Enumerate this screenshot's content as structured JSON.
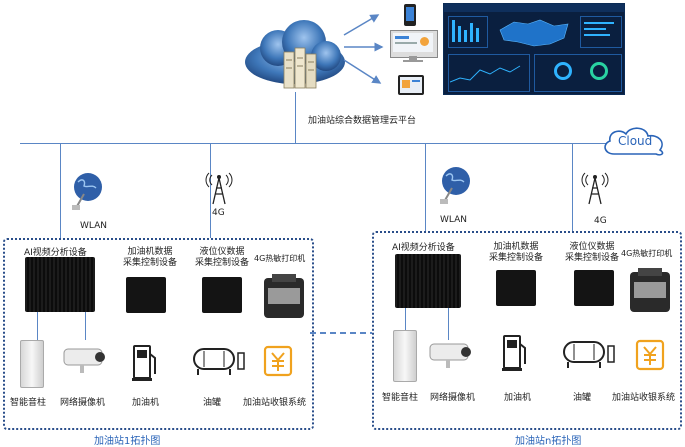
{
  "platform": {
    "label": "加油站综合数据管理云平台"
  },
  "cloud": {
    "label": "Cloud"
  },
  "station1": {
    "title": "加油站1拓扑图",
    "wlan": "WLAN",
    "fourg": "4G",
    "ai_device": "AI视频分析设备",
    "dispenser_ctrl": "加油机数据\n采集控制设备",
    "level_ctrl": "液位仪数据\n采集控制设备",
    "printer": "4G热敏打印机",
    "speaker": "智能音柱",
    "camera": "网络摄像机",
    "dispenser": "加油机",
    "tank": "油罐",
    "pos": "加油站收银系统"
  },
  "stationN": {
    "title": "加油站n拓扑图",
    "wlan": "WLAN",
    "fourg": "4G",
    "ai_device": "AI视频分析设备",
    "dispenser_ctrl": "加油机数据\n采集控制设备",
    "level_ctrl": "液位仪数据\n采集控制设备",
    "printer": "4G热敏打印机",
    "speaker": "智能音柱",
    "camera": "网络摄像机",
    "dispenser": "加油机",
    "tank": "油罐",
    "pos": "加油站收银系统"
  },
  "colors": {
    "line": "#5a86c5",
    "title": "#2a64b8",
    "border": "#2a4e8a"
  }
}
